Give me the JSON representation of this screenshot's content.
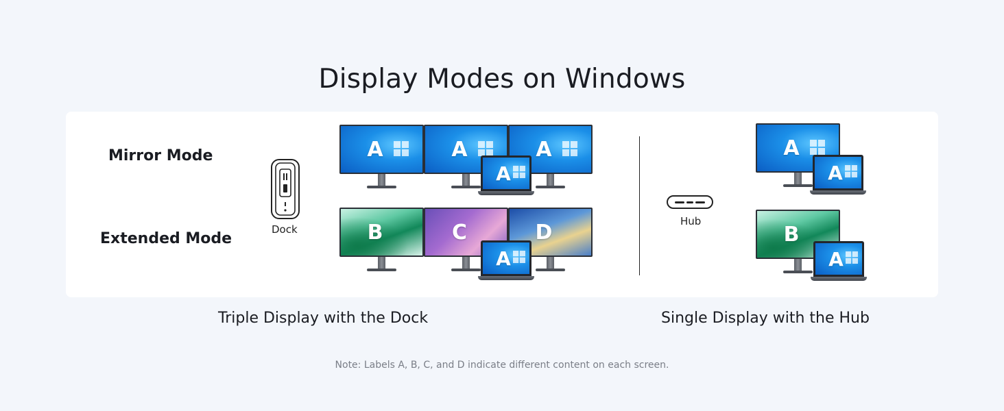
{
  "title": "Display Modes on Windows",
  "modes": {
    "mirror": "Mirror Mode",
    "extended": "Extended Mode"
  },
  "devices": {
    "dock": "Dock",
    "hub": "Hub"
  },
  "captions": {
    "dock": "Triple Display with the Dock",
    "hub": "Single Display with the Hub"
  },
  "note": "Note: Labels A, B, C, and D indicate different content on each screen.",
  "screens": {
    "dock_mirror": [
      "A",
      "A",
      "A"
    ],
    "dock_mirror_laptop": "A",
    "dock_extended": [
      "B",
      "C",
      "D"
    ],
    "dock_extended_laptop": "A",
    "hub_mirror_monitor": "A",
    "hub_mirror_laptop": "A",
    "hub_extended_monitor": "B",
    "hub_extended_laptop": "A"
  },
  "colors": {
    "background": "#f3f6fb",
    "panel": "#ffffff",
    "windows_blue": "#1b8fe8"
  }
}
